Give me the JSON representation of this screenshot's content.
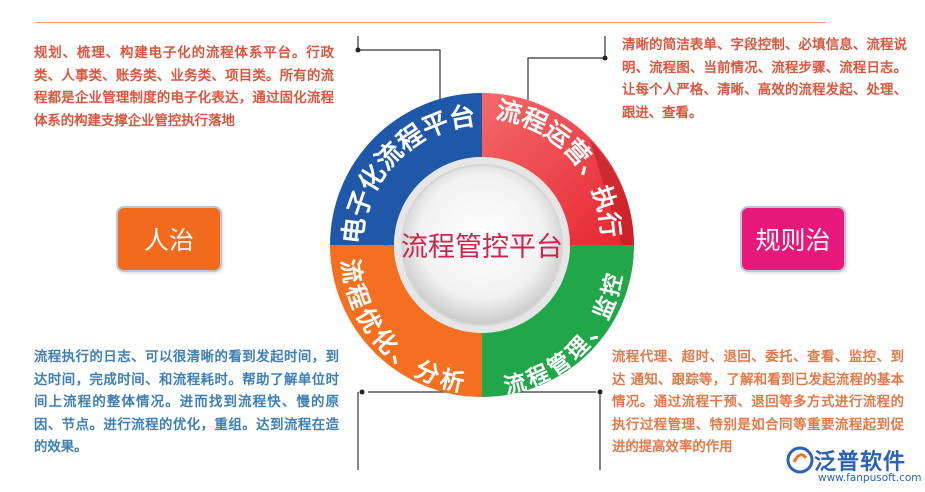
{
  "center_title": "流程管控平台",
  "segments": {
    "top_left": "电子化流程平台",
    "top_right": "流程运营、执行",
    "bottom_right": "流程管理、监控",
    "bottom_left": "流程优化、分析"
  },
  "badges": {
    "left": "人治",
    "right": "规则治"
  },
  "paragraphs": {
    "top_left": "规划、梳理、构建电子化的流程体系平台。行政类、人事类、账务类、业务类、项目类。所有的流程都是企业管理制度的电子化表达，通过固化流程体系的构建支撑企业管控执行落地",
    "top_right": "清晰的简洁表单、字段控制、必填信息、流程说明、流程图、当前情况、流程步骤、流程日志。让每个人严格、清晰、高效的流程发起、处理、跟进、查看。",
    "bottom_left": "流程执行的日志、可以很清晰的看到发起时间，到达时间，完成时间、和流程耗时。帮助了解单位时间上流程的整体情况。进而找到流程快、慢的原因、节点。进行流程的优化，重组。达到流程在造的效果。",
    "bottom_right": "流程代理、超时、退回、委托、查看、监控、到达 通知、跟踪等，了解和看到已发起流程的基本情况。通过流程干预、退回等多方式进行流程的执行过程管理、特别是如合同等重要流程起到促进的提高效率的作用"
  },
  "logo": {
    "name": "泛普软件",
    "url": "www.fanpusoft.com"
  },
  "colors": {
    "top_left": "#1f58a8",
    "top_right_a": "#f26b6b",
    "top_right_b": "#e8232f",
    "bottom_right": "#21a64a",
    "bottom_left": "#f46f1f",
    "text_red": "#d9573f",
    "text_blue": "#3e7fb5",
    "text_orange": "#e07a4a",
    "center_text": "#d0224b"
  }
}
